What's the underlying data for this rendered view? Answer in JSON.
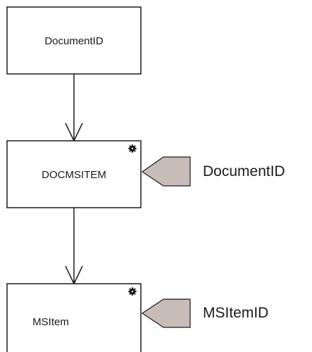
{
  "diagram": {
    "nodes": {
      "document_id": {
        "label": "DocumentID"
      },
      "docmsitem": {
        "label": "DOCMSITEM",
        "key_label": "DocumentID"
      },
      "msitem": {
        "label": "MSItem",
        "key_label": "MSItemID"
      }
    },
    "colors": {
      "box_border": "#1a1a1a",
      "box_fill": "#ffffff",
      "key_fill": "#c8bcb8",
      "key_stroke": "#1a1a1a"
    }
  }
}
